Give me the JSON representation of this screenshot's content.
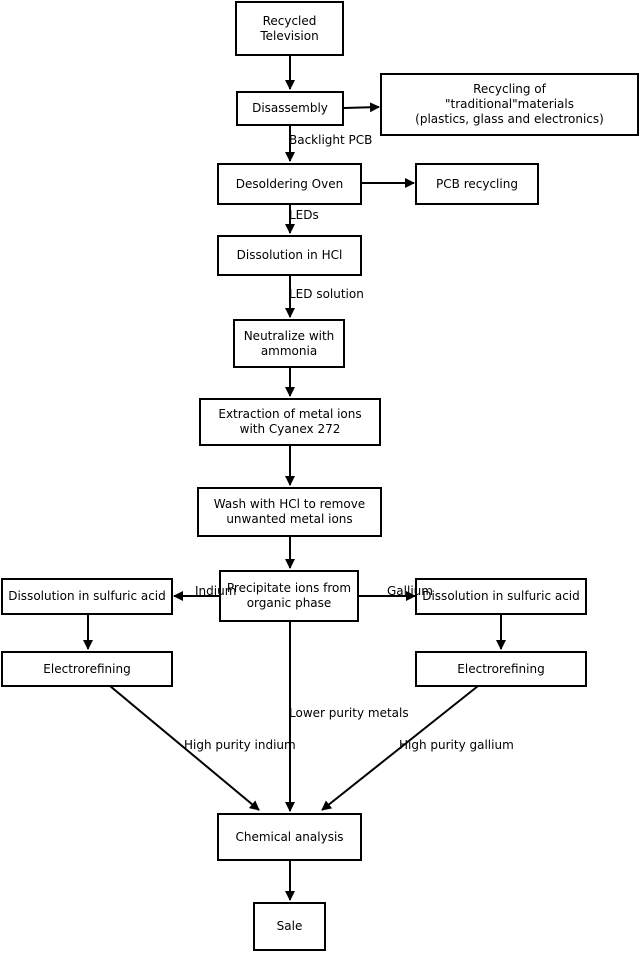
{
  "nodes": {
    "recycled_tv": "Recycled\nTelevision",
    "disassembly": "Disassembly",
    "traditional": "Recycling of\n\"traditional\"materials\n(plastics, glass and electronics)",
    "desoldering": "Desoldering Oven",
    "pcb_recycling": "PCB recycling",
    "dissolution_hcl": "Dissolution in HCl",
    "neutralize": "Neutralize with\nammonia",
    "extraction": "Extraction of metal ions\nwith Cyanex 272",
    "wash": "Wash with HCl to remove\nunwanted metal ions",
    "precipitate": "Precipitate ions from\norganic phase",
    "dissolution_left": "Dissolution in sulfuric acid",
    "dissolution_right": "Dissolution in sulfuric acid",
    "electro_left": "Electrorefining",
    "electro_right": "Electrorefining",
    "chemical": "Chemical analysis",
    "sale": "Sale"
  },
  "edge_labels": {
    "backlight_pcb": "Backlight PCB",
    "leds": "LEDs",
    "led_solution": "LED solution",
    "indium": "Indium",
    "gallium": "Gallium",
    "lower_purity": "Lower purity metals",
    "high_indium": "High purity indium",
    "high_gallium": "High purity gallium"
  }
}
